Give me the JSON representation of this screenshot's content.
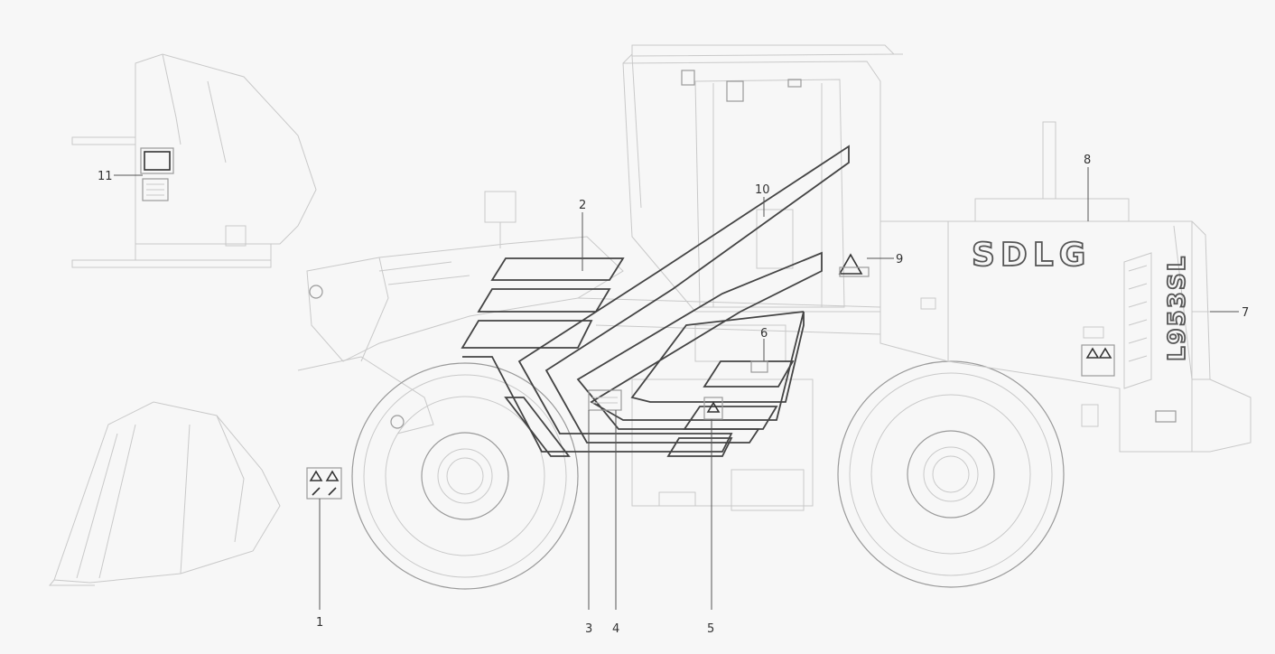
{
  "diagram": {
    "brand_text": "SDLG",
    "model_text": "L953SL",
    "callouts": [
      {
        "id": "1",
        "label": "1"
      },
      {
        "id": "2",
        "label": "2"
      },
      {
        "id": "3",
        "label": "3"
      },
      {
        "id": "4",
        "label": "4"
      },
      {
        "id": "5",
        "label": "5"
      },
      {
        "id": "6",
        "label": "6"
      },
      {
        "id": "7",
        "label": "7"
      },
      {
        "id": "8",
        "label": "8"
      },
      {
        "id": "9",
        "label": "9"
      },
      {
        "id": "10",
        "label": "10"
      },
      {
        "id": "11",
        "label": "11"
      }
    ]
  }
}
